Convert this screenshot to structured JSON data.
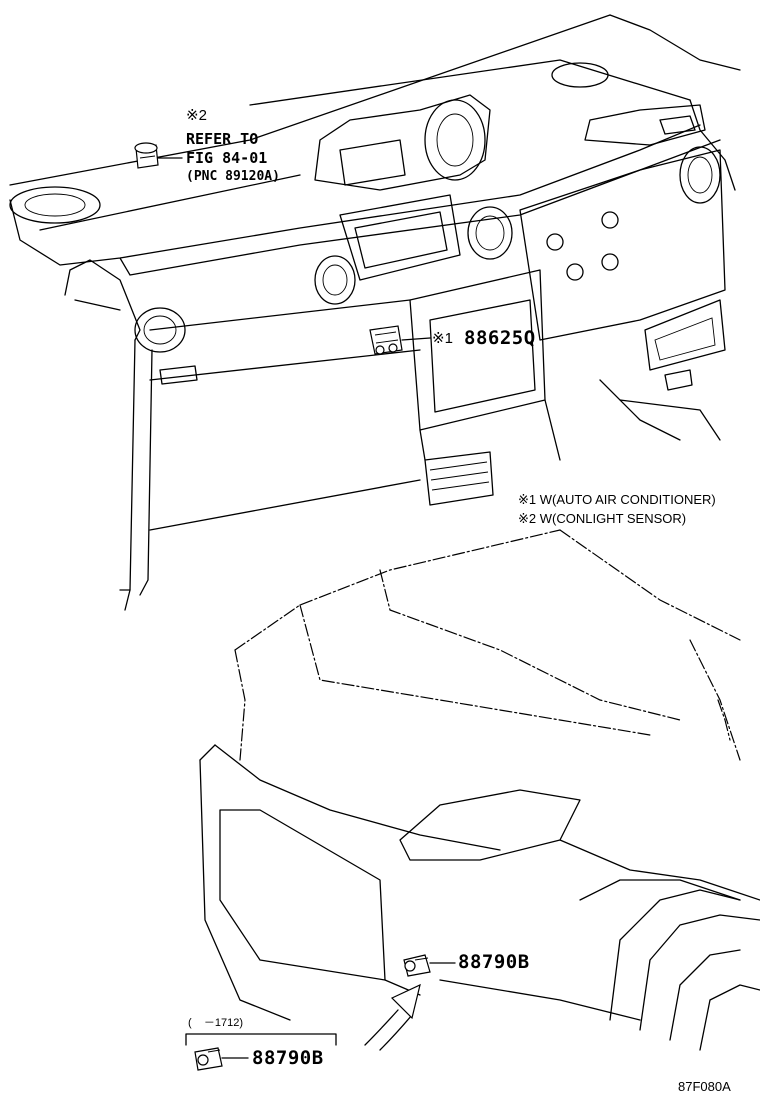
{
  "callouts": {
    "mark2": "※2",
    "refer_to": "REFER TO",
    "fig": "FIG 84-01",
    "pnc": "(PNC 89120A)",
    "mark1": "※1",
    "part_88625Q": "88625Q",
    "part_88790B_front": "88790B",
    "part_88790B_inset": "88790B",
    "inset_range": "(    －1712)"
  },
  "notes": [
    "※1 W(AUTO AIR CONDITIONER)",
    "※2 W(CONLIGHT SENSOR)"
  ],
  "figure_id": "87F080A"
}
